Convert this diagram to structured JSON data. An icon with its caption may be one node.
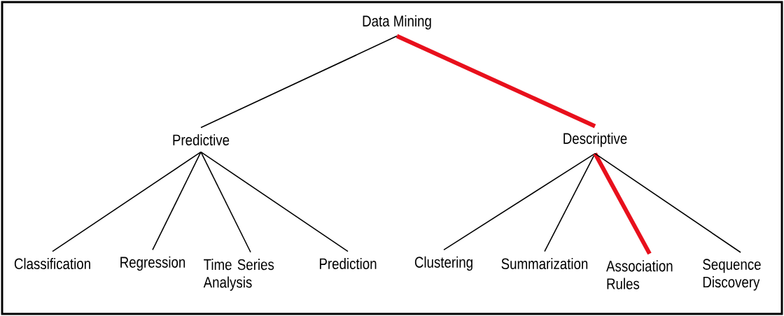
{
  "diagram": {
    "nodes": [
      {
        "text": [
          "Data Mining"
        ]
      },
      {
        "text": [
          "Predictive"
        ]
      },
      {
        "text": [
          "Descriptive"
        ]
      },
      {
        "text": [
          "Classification"
        ]
      },
      {
        "text": [
          "Regression"
        ]
      },
      {
        "text": [
          "Time Series Analysis"
        ]
      },
      {
        "text": [
          "Prediction"
        ]
      },
      {
        "text": [
          "Clustering"
        ]
      },
      {
        "text": [
          "Summarization"
        ]
      },
      {
        "text": [
          "Association Rules"
        ]
      },
      {
        "text": [
          "Sequence Discovery"
        ]
      }
    ],
    "edges": [
      {
        "from": 0,
        "to": 1,
        "arrow": "none"
      },
      {
        "from": 0,
        "to": 2,
        "arrow": "none",
        "style": "thick",
        "color": "#e8101c"
      },
      {
        "from": 1,
        "to": 3,
        "arrow": "none"
      },
      {
        "from": 1,
        "to": 4,
        "arrow": "none"
      },
      {
        "from": 1,
        "to": 5,
        "arrow": "none"
      },
      {
        "from": 1,
        "to": 6,
        "arrow": "none"
      },
      {
        "from": 2,
        "to": 7,
        "arrow": "none"
      },
      {
        "from": 2,
        "to": 8,
        "arrow": "none"
      },
      {
        "from": 2,
        "to": 9,
        "arrow": "none",
        "style": "thick",
        "color": "#e8101c"
      },
      {
        "from": 2,
        "to": 10,
        "arrow": "none"
      }
    ]
  }
}
